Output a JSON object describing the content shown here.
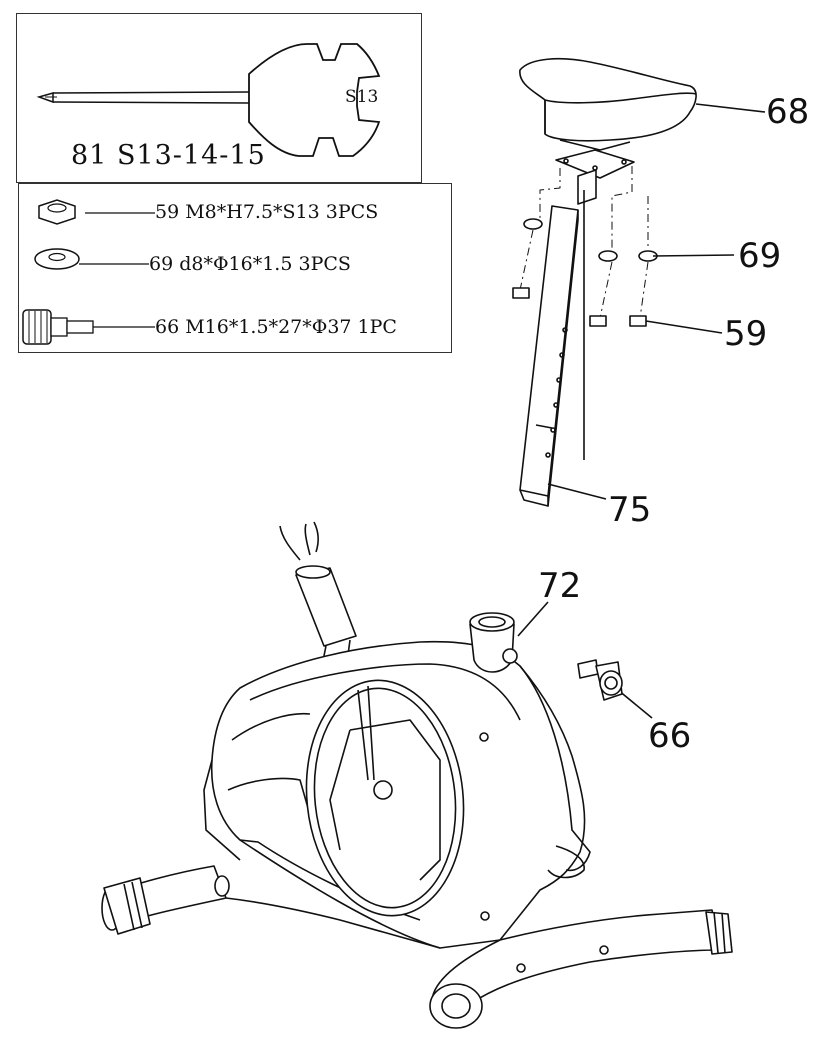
{
  "tool_box": {
    "wrench_mark": "S13",
    "caption": "81 S13-14-15"
  },
  "hardware_list": [
    {
      "id": "hw-59",
      "text": "59 M8*H7.5*S13 3PCS",
      "icon": "nut-icon"
    },
    {
      "id": "hw-69",
      "text": "69 d8*Φ16*1.5 3PCS",
      "icon": "washer-icon"
    },
    {
      "id": "hw-66",
      "text": "66 M16*1.5*27*Φ37 1PC",
      "icon": "knob-icon"
    }
  ],
  "callouts": {
    "seat": "68",
    "washers": "69",
    "nuts": "59",
    "seat_post": "75",
    "seat_tube": "72",
    "knob": "66"
  }
}
